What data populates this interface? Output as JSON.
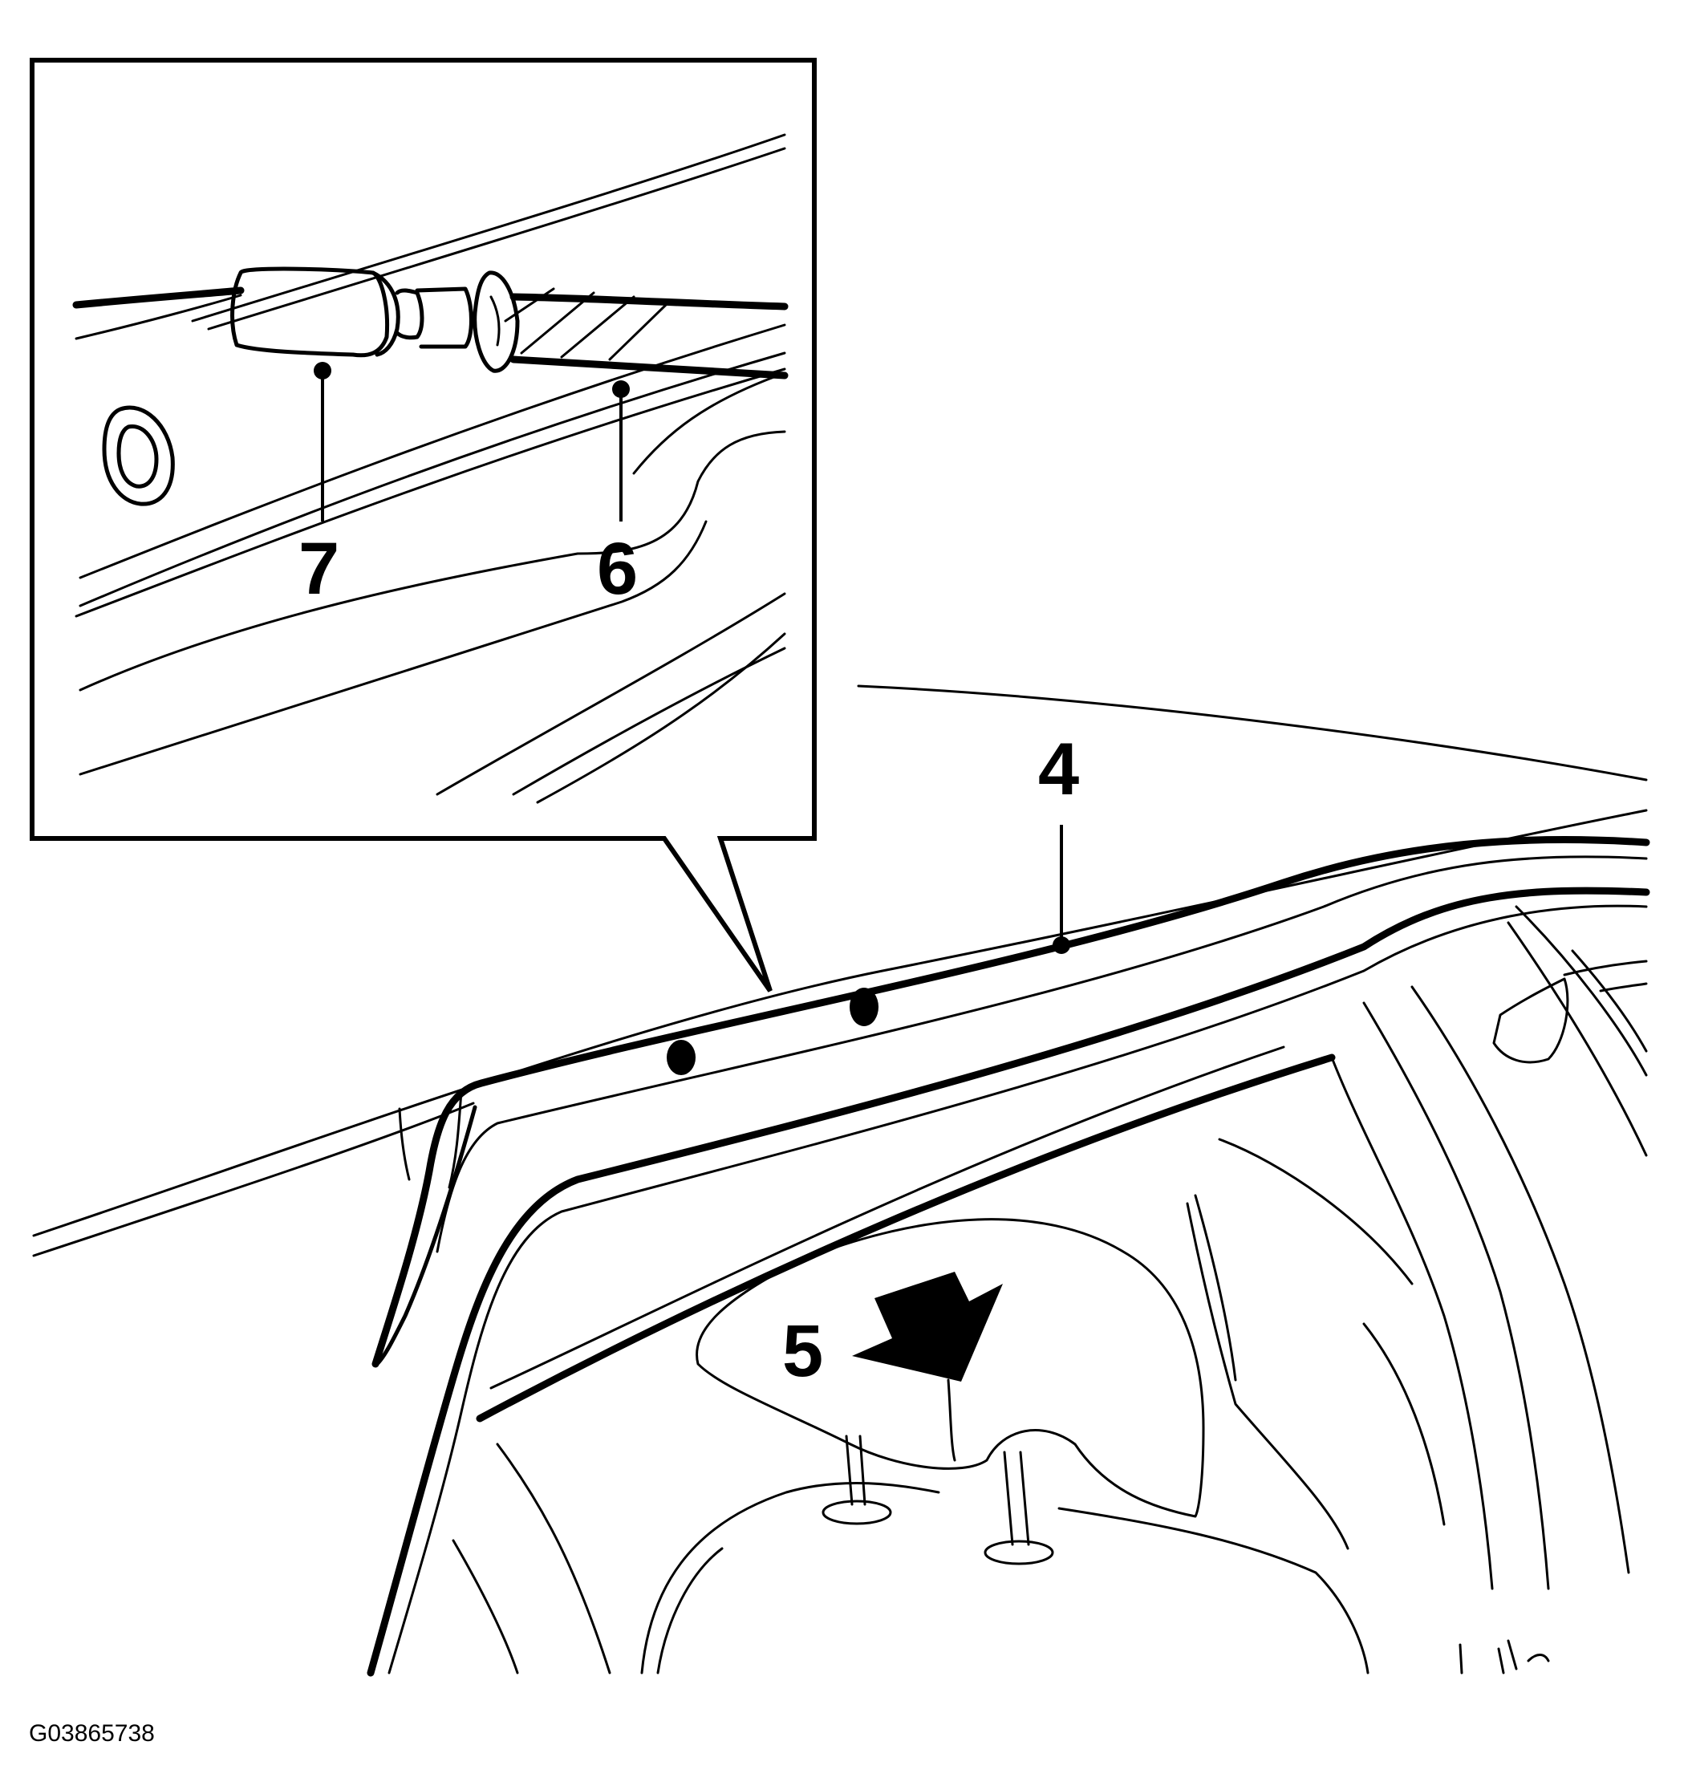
{
  "figure": {
    "id": "G03865738",
    "callouts": {
      "c4": "4",
      "c5": "5",
      "c6": "6",
      "c7": "7"
    }
  }
}
